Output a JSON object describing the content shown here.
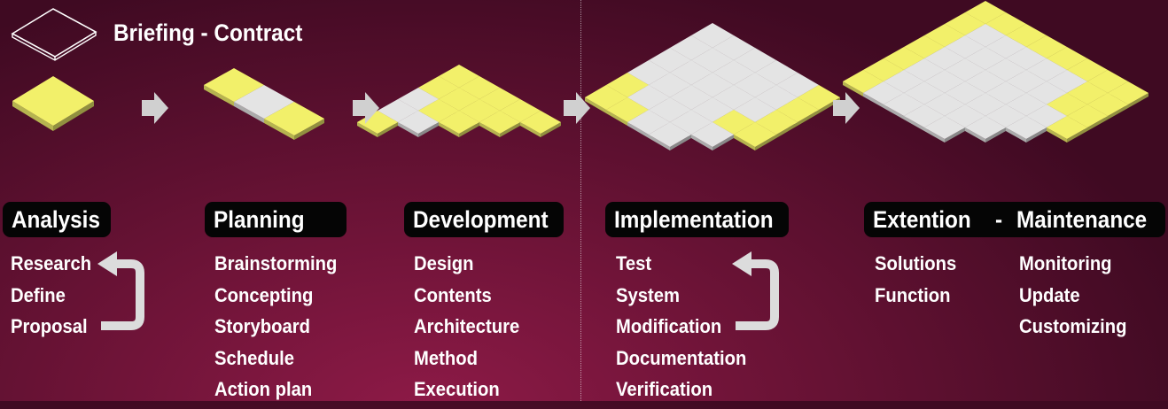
{
  "header": {
    "title": "Briefing - Contract",
    "icon": "paper-sheet-icon"
  },
  "colors": {
    "tile_yellow": "#f2f06a",
    "tile_white": "#e4e4e4",
    "background": "#7a1740",
    "label_bg": "#050505"
  },
  "stages": [
    {
      "name": "Analysis",
      "items": [
        "Research",
        "Define",
        "Proposal"
      ],
      "loop_icon": "return-arrow-icon"
    },
    {
      "name": "Planning",
      "items": [
        "Brainstorming",
        "Concepting",
        "Storyboard",
        "Schedule",
        "Action plan"
      ]
    },
    {
      "name": "Development",
      "items": [
        "Design",
        "Contents",
        "Architecture",
        "Method",
        "Execution"
      ]
    },
    {
      "name": "Implementation",
      "items": [
        "Test",
        "System",
        "Modification",
        "Documentation",
        "Verification"
      ],
      "loop_icon": "return-arrow-icon"
    },
    {
      "name_left": "Extention",
      "separator": "-",
      "name_right": "Maintenance",
      "items_left": [
        "Solutions",
        "Function"
      ],
      "items_right": [
        "Monitoring",
        "Update",
        "Customizing"
      ]
    }
  ],
  "arrow_icon": "chevron-right-arrow-icon"
}
